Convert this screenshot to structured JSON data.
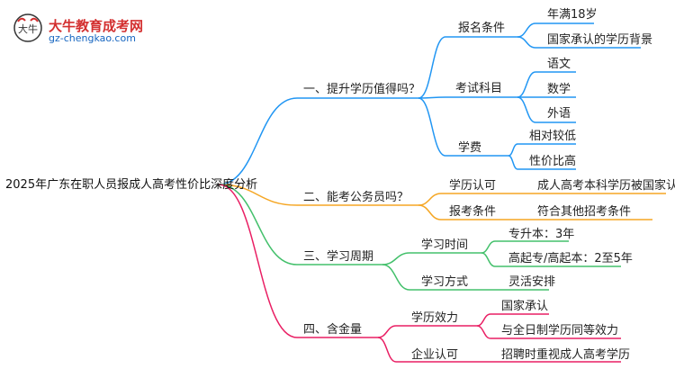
{
  "logo": {
    "title": "大牛教育成考网",
    "url": "gz-chengkao.com",
    "mark_text": "大牛"
  },
  "colors": {
    "branch1": "#2196f3",
    "branch2": "#f5a623",
    "branch3": "#43c06b",
    "branch4": "#e91e63"
  },
  "root": "2025年广东在职人员报成人高考性价比深度分析",
  "branches": [
    {
      "label": "一、提升学历值得吗？",
      "children": [
        {
          "label": "报名条件",
          "children": [
            "年满18岁",
            "国家承认的学历背景"
          ]
        },
        {
          "label": "考试科目",
          "children": [
            "语文",
            "数学",
            "外语"
          ]
        },
        {
          "label": "学费",
          "children": [
            "相对较低",
            "性价比高"
          ]
        }
      ]
    },
    {
      "label": "二、能考公务员吗？",
      "children": [
        {
          "label": "学历认可",
          "children": [
            "成人高考本科学历被国家认可"
          ]
        },
        {
          "label": "报考条件",
          "children": [
            "符合其他招考条件"
          ]
        }
      ]
    },
    {
      "label": "三、学习周期",
      "children": [
        {
          "label": "学习时间",
          "children": [
            "专升本：3年",
            "高起专/高起本：2至5年"
          ]
        },
        {
          "label": "学习方式",
          "children": [
            "灵活安排"
          ]
        }
      ]
    },
    {
      "label": "四、含金量",
      "children": [
        {
          "label": "学历效力",
          "children": [
            "国家承认",
            "与全日制学历同等效力"
          ]
        },
        {
          "label": "企业认可",
          "children": [
            "招聘时重视成人高考学历"
          ]
        }
      ]
    }
  ]
}
